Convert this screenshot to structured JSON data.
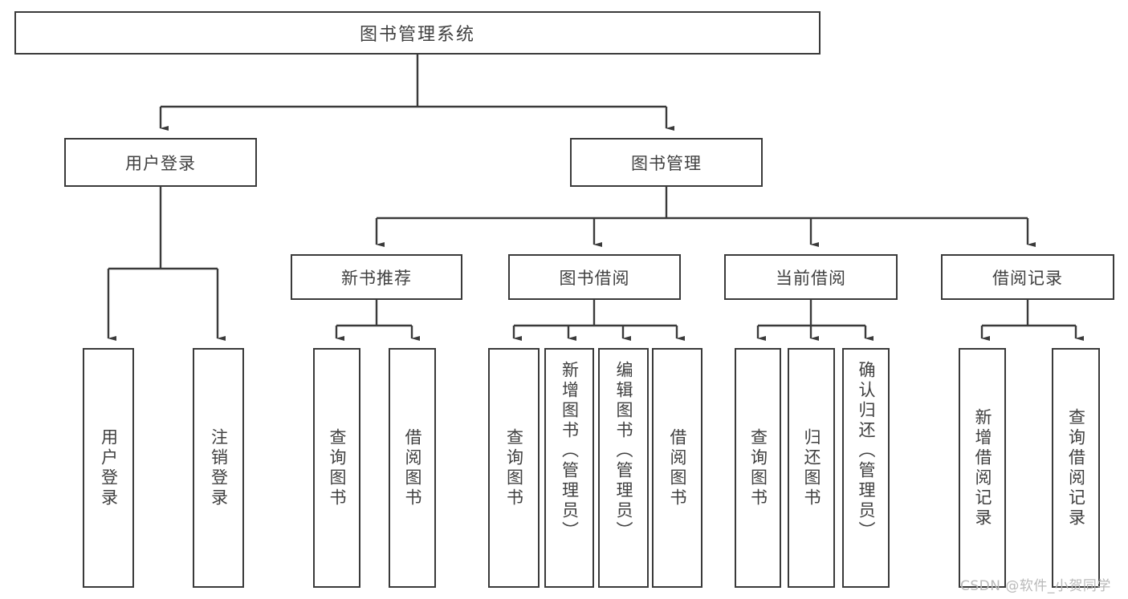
{
  "diagram": {
    "title": "图书管理系统",
    "type": "hierarchy-tree",
    "root": {
      "label": "图书管理系统"
    },
    "level2": [
      {
        "label": "用户登录"
      },
      {
        "label": "图书管理"
      }
    ],
    "level3": [
      {
        "label": "新书推荐"
      },
      {
        "label": "图书借阅"
      },
      {
        "label": "当前借阅"
      },
      {
        "label": "借阅记录"
      }
    ],
    "leaves": {
      "user_login": [
        {
          "label": "用户登录"
        },
        {
          "label": "注销登录"
        }
      ],
      "new_book_recommend": [
        {
          "label": "查询图书"
        },
        {
          "label": "借阅图书"
        }
      ],
      "book_borrow": [
        {
          "label": "查询图书"
        },
        {
          "label": "新增图书（管理员）"
        },
        {
          "label": "编辑图书（管理员）"
        },
        {
          "label": "借阅图书"
        }
      ],
      "current_borrow": [
        {
          "label": "查询图书"
        },
        {
          "label": "归还图书"
        },
        {
          "label": "确认归还（管理员）"
        }
      ],
      "borrow_record": [
        {
          "label": "新增借阅记录"
        },
        {
          "label": "查询借阅记录"
        }
      ]
    },
    "watermark": "CSDN @软件_小贺同学",
    "colors": {
      "border": "#3a3a3a",
      "text": "#404040",
      "background": "#ffffff",
      "watermark": "#b9b9b9"
    }
  }
}
